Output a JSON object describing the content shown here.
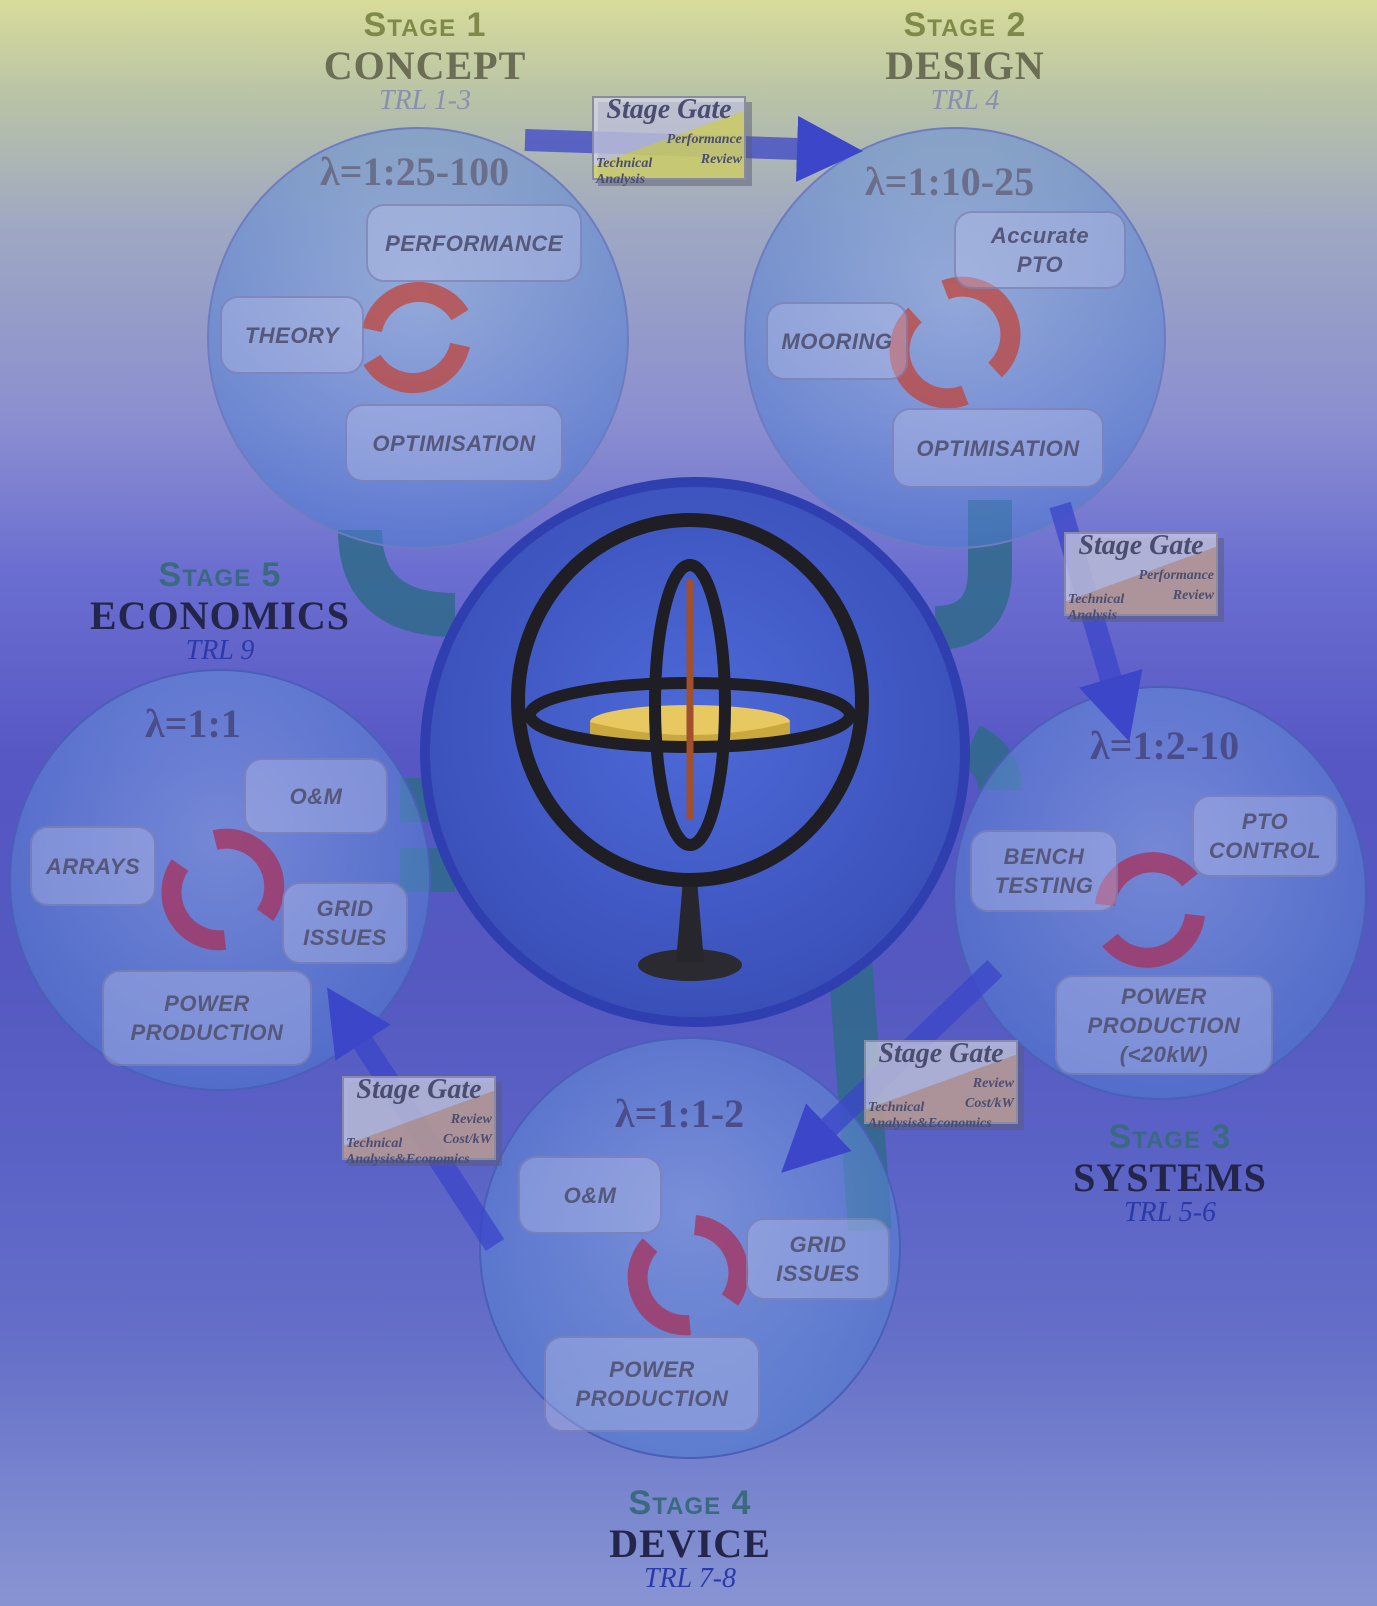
{
  "stages": [
    {
      "num": "Stage 1",
      "name": "CONCEPT",
      "trl": "TRL 1-3",
      "scale": "λ=1:25-100",
      "items": [
        "PERFORMANCE",
        "THEORY",
        "OPTIMISATION"
      ],
      "num_color": "#7f8a4a",
      "name_color": "#6b6d55",
      "trl_color": "#8a8fb0"
    },
    {
      "num": "Stage 2",
      "name": "DESIGN",
      "trl": "TRL 4",
      "scale": "λ=1:10-25",
      "items": [
        "Accurate\nPTO",
        "MOORING",
        "OPTIMISATION"
      ],
      "num_color": "#7f8a4a",
      "name_color": "#6b6d55",
      "trl_color": "#8a8fb0"
    },
    {
      "num": "Stage 3",
      "name": "SYSTEMS",
      "trl": "TRL 5-6",
      "scale": "λ=1:2-10",
      "items": [
        "PTO\nCONTROL",
        "BENCH\nTESTING",
        "POWER\nPRODUCTION\n(<20kW)"
      ],
      "num_color": "#3a6a80",
      "name_color": "#23254a",
      "trl_color": "#2b3aa8"
    },
    {
      "num": "Stage 4",
      "name": "DEVICE",
      "trl": "TRL 7-8",
      "scale": "λ=1:1-2",
      "items": [
        "O&M",
        "GRID\nISSUES",
        "POWER\nPRODUCTION"
      ],
      "num_color": "#3a6a80",
      "name_color": "#23254a",
      "trl_color": "#2b3aa8"
    },
    {
      "num": "Stage 5",
      "name": "ECONOMICS",
      "trl": "TRL 9",
      "scale": "λ=1:1",
      "items": [
        "O&M",
        "ARRAYS",
        "GRID\nISSUES",
        "POWER\nPRODUCTION"
      ],
      "num_color": "#3a6a80",
      "name_color": "#23254a",
      "trl_color": "#2b3aa8"
    }
  ],
  "gates": [
    {
      "title": "Stage Gate",
      "line_a": "Performance",
      "line_b": "Review",
      "line_c": "Technical",
      "line_d": "Analysis",
      "fill": "#d8d86a"
    },
    {
      "title": "Stage Gate",
      "line_a": "Performance",
      "line_b": "Review",
      "line_c": "Technical",
      "line_d": "Analysis",
      "fill": "#c0a098"
    },
    {
      "title": "Stage Gate",
      "line_a": "Review",
      "line_b": "Cost/kW",
      "line_c": "Technical",
      "line_d": "Analysis&Economics",
      "fill": "#c0a098"
    },
    {
      "title": "Stage Gate",
      "line_a": "Review",
      "line_b": "Cost/kW",
      "line_c": "Technical",
      "line_d": "Analysis&Economics",
      "fill": "#c0a098"
    }
  ],
  "colors": {
    "circle_fill": "#5a7bcf",
    "cycle_icon": "#c0443a",
    "arrow": "#3b46c8",
    "gimbal_ring": "#1e1e24",
    "rotor": "#f0d060",
    "center_disc": "#3f58c8"
  }
}
